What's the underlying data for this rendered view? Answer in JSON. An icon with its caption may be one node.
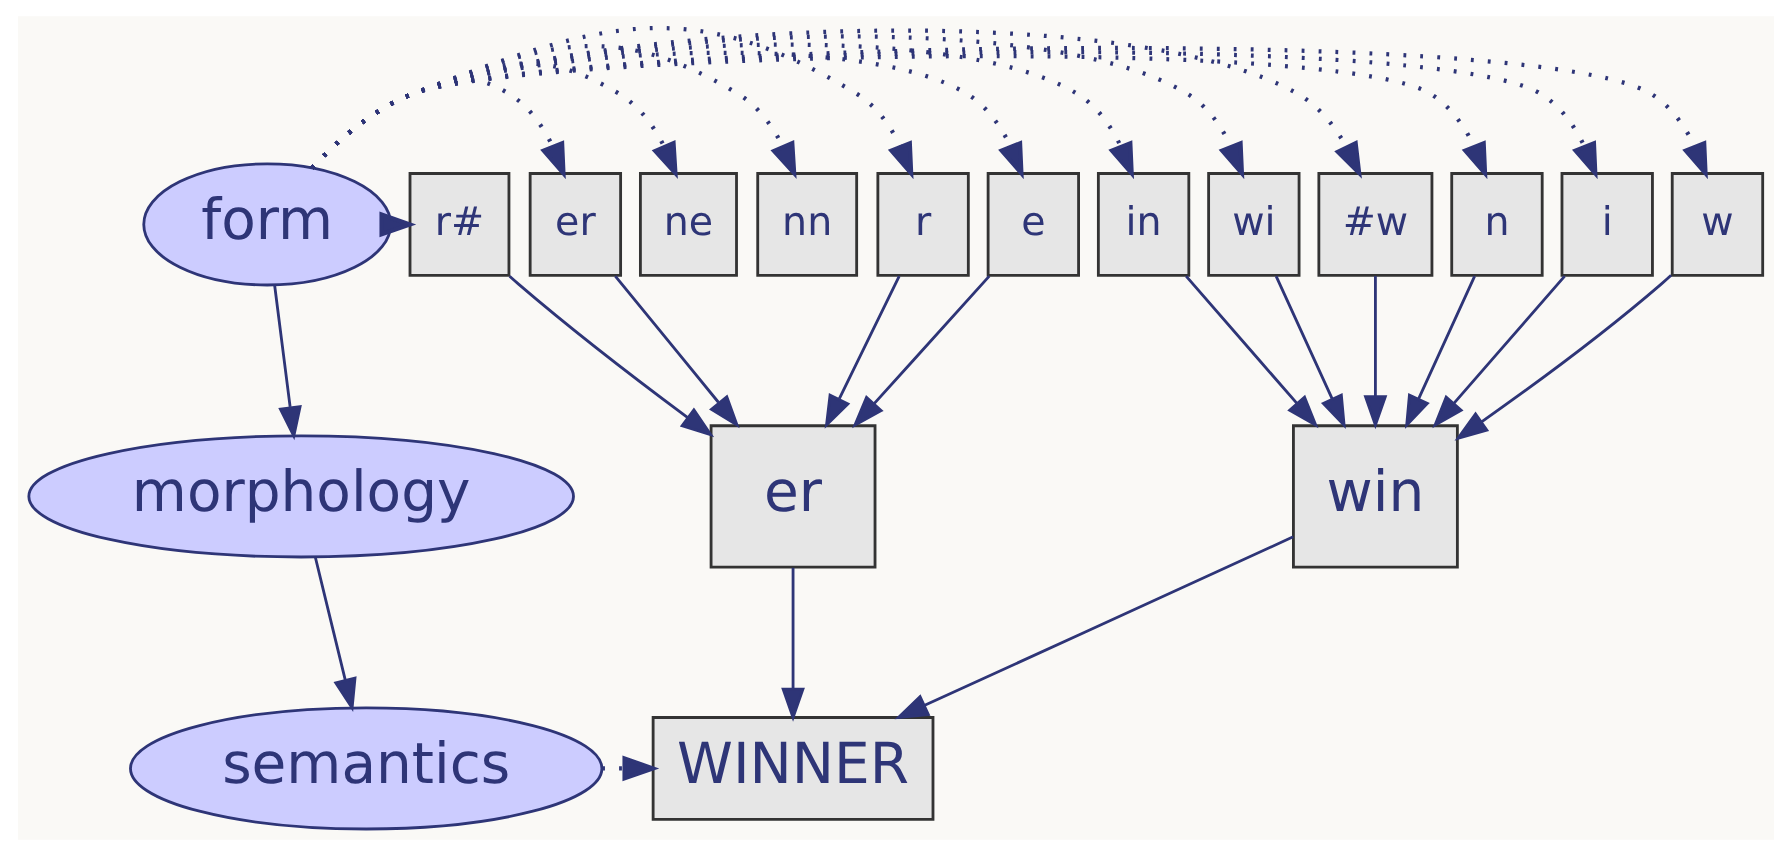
{
  "diagram": {
    "nodes": [
      {
        "text": [
          "form"
        ]
      },
      {
        "text": [
          "morphology"
        ]
      },
      {
        "text": [
          "semantics"
        ]
      },
      {
        "text": [
          "w"
        ]
      },
      {
        "text": [
          "i"
        ]
      },
      {
        "text": [
          "n"
        ]
      },
      {
        "text": [
          "e"
        ]
      },
      {
        "text": [
          "r"
        ]
      },
      {
        "text": [
          "#w"
        ]
      },
      {
        "text": [
          "wi"
        ]
      },
      {
        "text": [
          "in"
        ]
      },
      {
        "text": [
          "nn"
        ]
      },
      {
        "text": [
          "ne"
        ]
      },
      {
        "text": [
          "er"
        ]
      },
      {
        "text": [
          "r#"
        ]
      },
      {
        "text": [
          "win"
        ]
      },
      {
        "text": [
          "er"
        ]
      },
      {
        "text": [
          "WINNER"
        ]
      }
    ],
    "edges": [
      {
        "from": 0,
        "to": 3,
        "arrow": "to",
        "style": "dashed"
      },
      {
        "from": 0,
        "to": 4,
        "arrow": "to",
        "style": "dashed"
      },
      {
        "from": 0,
        "to": 5,
        "arrow": "to",
        "style": "dashed"
      },
      {
        "from": 0,
        "to": 6,
        "arrow": "to",
        "style": "dashed"
      },
      {
        "from": 0,
        "to": 7,
        "arrow": "to",
        "style": "dashed"
      },
      {
        "from": 0,
        "to": 8,
        "arrow": "to",
        "style": "dashed"
      },
      {
        "from": 0,
        "to": 9,
        "arrow": "to",
        "style": "dashed"
      },
      {
        "from": 0,
        "to": 10,
        "arrow": "to",
        "style": "dashed"
      },
      {
        "from": 0,
        "to": 11,
        "arrow": "to",
        "style": "dashed"
      },
      {
        "from": 0,
        "to": 12,
        "arrow": "to",
        "style": "dashed"
      },
      {
        "from": 0,
        "to": 13,
        "arrow": "to",
        "style": "dashed"
      },
      {
        "from": 0,
        "to": 14,
        "arrow": "to",
        "style": "dashed"
      },
      {
        "from": 0,
        "to": 1,
        "arrow": "to"
      },
      {
        "from": 1,
        "to": 2,
        "arrow": "to"
      },
      {
        "from": 3,
        "to": 15,
        "arrow": "to"
      },
      {
        "from": 4,
        "to": 15,
        "arrow": "to"
      },
      {
        "from": 5,
        "to": 15,
        "arrow": "to"
      },
      {
        "from": 6,
        "to": 16,
        "arrow": "to"
      },
      {
        "from": 7,
        "to": 16,
        "arrow": "to"
      },
      {
        "from": 8,
        "to": 15,
        "arrow": "to"
      },
      {
        "from": 9,
        "to": 15,
        "arrow": "to"
      },
      {
        "from": 10,
        "to": 15,
        "arrow": "to"
      },
      {
        "from": 13,
        "to": 16,
        "arrow": "to"
      },
      {
        "from": 14,
        "to": 16,
        "arrow": "to"
      },
      {
        "from": 15,
        "to": 17,
        "arrow": "to"
      },
      {
        "from": 16,
        "to": 17,
        "arrow": "to"
      },
      {
        "from": 2,
        "to": 17,
        "arrow": "to",
        "style": "dashed"
      }
    ]
  }
}
